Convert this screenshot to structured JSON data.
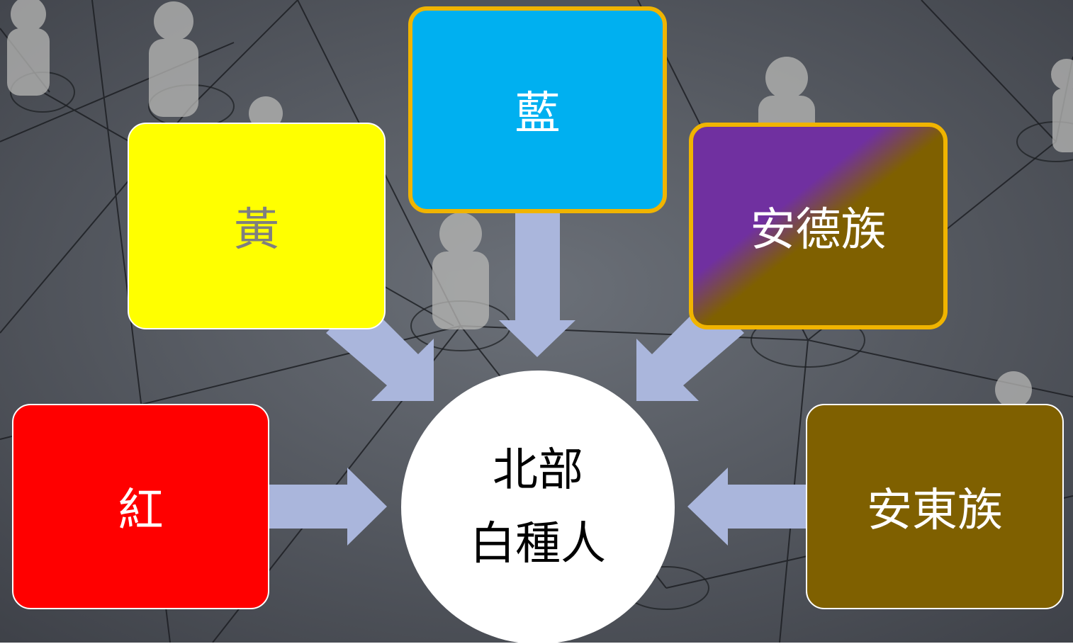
{
  "colors": {
    "red": "#ff0000",
    "yellow": "#ffff00",
    "blue": "#00b0f0",
    "purple": "#7030a0",
    "brown": "#7f6000",
    "arrow": "#aab6dc",
    "highlight_border": "#f0b400",
    "background": "#5c6068"
  },
  "nodes": {
    "blue": {
      "label": "藍",
      "text_color": "#ffffff"
    },
    "yellow": {
      "label": "黃",
      "text_color": "#7f7f7f"
    },
    "andronovo": {
      "label": "安德族",
      "text_color": "#ffffff"
    },
    "red": {
      "label": "紅",
      "text_color": "#ffffff"
    },
    "east": {
      "label": "安東族",
      "text_color": "#ffffff"
    }
  },
  "center": {
    "line1": "北部",
    "line2": "白種人"
  },
  "background_icon": "people-network-photo"
}
